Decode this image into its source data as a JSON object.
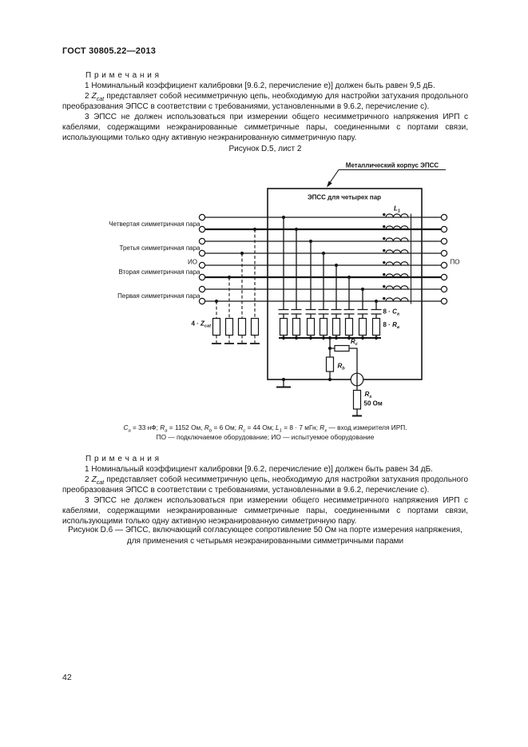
{
  "colors": {
    "ink": "#161616",
    "paper": "#ffffff"
  },
  "page": {
    "header": "ГОСТ 30805.22—2013",
    "page_number": "42"
  },
  "notes_top": {
    "title": "П р и м е ч а н и я",
    "note1": "1 Номинальный коэффициент калибровки [9.6.2, перечисление е)] должен быть равен 9,5 дБ.",
    "note2_segments": [
      {
        "t": "2 "
      },
      {
        "t": "Z",
        "i": true
      },
      {
        "t": "cat",
        "sub": true,
        "i": true
      },
      {
        "t": " представляет собой несимметричную цепь, необходимую для настройки затухания продольного преобразования ЭПСС в соответствии с требованиями, установленными в 9.6.2, перечисление с)."
      }
    ],
    "note3": "3 ЭПСС не должен использоваться при измерении общего несимметричного напряжения ИРП с кабелями, содержащими неэкранированные симметричные пары, соединенными с портами связи, использующими только одну активную неэкранированную симметричную пару."
  },
  "figure_d5_label": "Рисунок D.5, лист 2",
  "diagram": {
    "enclosure_label": "Металлический корпус ЭПСС",
    "box_title": "ЭПСС для четырех пар",
    "pair4_label": "Четвертая симметричная пара",
    "pair3_label": "Третья симметричная пара",
    "io_label": "ИО",
    "pair2_label": "Вторая симметричная пара",
    "pair1_label": "Первая симметричная пара",
    "po_label": "ПО",
    "l1_segments": [
      {
        "t": "L",
        "i": true
      },
      {
        "t": "1",
        "sub": true,
        "i": true
      }
    ],
    "zcat_segments": [
      {
        "t": "4 · "
      },
      {
        "t": "Z",
        "i": true
      },
      {
        "t": "cat",
        "sub": true,
        "i": true
      }
    ],
    "ca_segments": [
      {
        "t": "8 · "
      },
      {
        "t": "C",
        "i": true
      },
      {
        "t": "a",
        "sub": true,
        "i": true
      }
    ],
    "ra_segments": [
      {
        "t": "8 · "
      },
      {
        "t": "R",
        "i": true
      },
      {
        "t": "a",
        "sub": true,
        "i": true
      }
    ],
    "rc_segments": [
      {
        "t": "R",
        "i": true
      },
      {
        "t": "c",
        "sub": true,
        "i": true
      }
    ],
    "rb_segments": [
      {
        "t": "R",
        "i": true
      },
      {
        "t": "b",
        "sub": true,
        "i": true
      }
    ],
    "rx_segments": [
      {
        "t": "R",
        "i": true
      },
      {
        "t": "x",
        "sub": true,
        "i": true
      }
    ],
    "rx_value": "50 Ом"
  },
  "figure_caption": {
    "line1_segments": [
      {
        "t": "C",
        "i": true
      },
      {
        "t": "a",
        "sub": true,
        "i": true
      },
      {
        "t": " = 33 нФ; "
      },
      {
        "t": "R",
        "i": true
      },
      {
        "t": "a",
        "sub": true,
        "i": true
      },
      {
        "t": " = 1152 Ом, "
      },
      {
        "t": "R",
        "i": true
      },
      {
        "t": "b",
        "sub": true,
        "i": true
      },
      {
        "t": " = 6 Ом; "
      },
      {
        "t": "R",
        "i": true
      },
      {
        "t": "c",
        "sub": true,
        "i": true
      },
      {
        "t": " = 44 Ом; "
      },
      {
        "t": "L",
        "i": true
      },
      {
        "t": "1",
        "sub": true,
        "i": true
      },
      {
        "t": " = 8 · 7 мГн; "
      },
      {
        "t": "R",
        "i": true
      },
      {
        "t": "x",
        "sub": true,
        "i": true
      },
      {
        "t": " — вход измерителя ИРП."
      }
    ],
    "line2": "ПО — подключаемое оборудование; ИО — испытуемое оборудование"
  },
  "notes_bottom": {
    "title": "П р и м е ч а н и я",
    "note1": "1 Номинальный коэффициент калибровки [9.6.2, перечисление е)] должен быть равен 34 дБ.",
    "note2_segments": [
      {
        "t": "2 "
      },
      {
        "t": "Z",
        "i": true
      },
      {
        "t": "cat",
        "sub": true,
        "i": true
      },
      {
        "t": " представляет собой несимметричную цепь, необходимую для настройки затухания продольного преобразования ЭПСС в соответствии с требованиями, установленными в 9.6.2, перечисление с)."
      }
    ],
    "note3": "3 ЭПСС не должен использоваться при измерении общего несимметричного напряжения ИРП с кабелями, содержащими неэкранированные симметричные пары, соединенными с портами связи, использующими только одну активную неэкранированную симметричную пару."
  },
  "figure_d6": {
    "line1": "Рисунок D.6 — ЭПСС, включающий согласующее сопротивление 50 Ом на порте измерения напряжения,",
    "line2": "для применения с четырьмя неэкранированными симметричными парами"
  }
}
